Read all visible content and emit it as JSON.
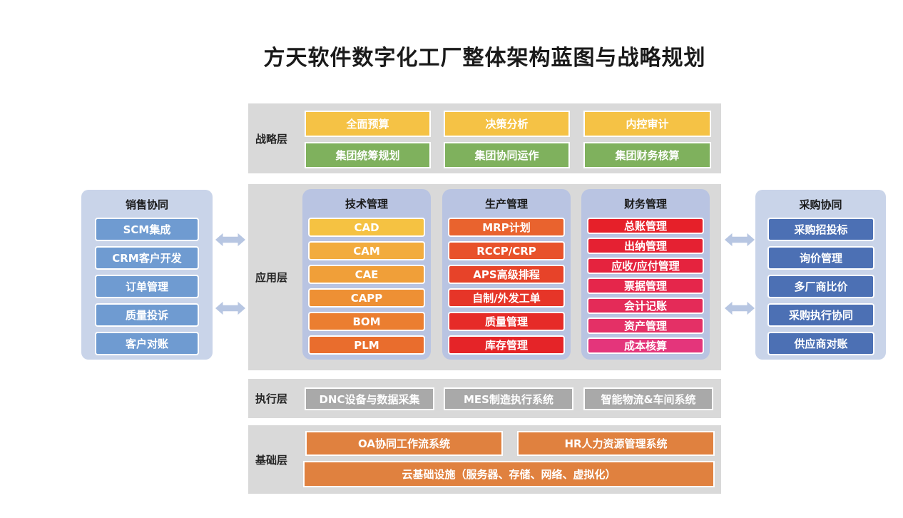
{
  "title": "方天软件数字化工厂整体架构蓝图与战略规划",
  "strategy_layer": {
    "label": "战略层",
    "row1": [
      {
        "label": "全面预算",
        "color": "#F5C245"
      },
      {
        "label": "决策分析",
        "color": "#F5C245"
      },
      {
        "label": "内控审计",
        "color": "#F5C245"
      }
    ],
    "row2": [
      {
        "label": "集团统筹规划",
        "color": "#7FB15D"
      },
      {
        "label": "集团协同运作",
        "color": "#7FB15D"
      },
      {
        "label": "集团财务核算",
        "color": "#7FB15D"
      }
    ]
  },
  "application_layer": {
    "label": "应用层",
    "columns": [
      {
        "title": "技术管理",
        "items": [
          {
            "label": "CAD",
            "color": "#F5C242"
          },
          {
            "label": "CAM",
            "color": "#F2AC3E"
          },
          {
            "label": "CAE",
            "color": "#F09F39"
          },
          {
            "label": "CAPP",
            "color": "#EE9034"
          },
          {
            "label": "BOM",
            "color": "#EB7E30"
          },
          {
            "label": "PLM",
            "color": "#E96D2D"
          }
        ]
      },
      {
        "title": "生产管理",
        "items": [
          {
            "label": "MRP计划",
            "color": "#E9632E"
          },
          {
            "label": "RCCP/CRP",
            "color": "#E8522B"
          },
          {
            "label": "APS高级排程",
            "color": "#E74329"
          },
          {
            "label": "自制/外发工单",
            "color": "#E63528"
          },
          {
            "label": "质量管理",
            "color": "#E62B28"
          },
          {
            "label": "库存管理",
            "color": "#E52428"
          }
        ]
      },
      {
        "title": "财务管理",
        "items": [
          {
            "label": "总账管理",
            "color": "#E62029"
          },
          {
            "label": "出纳管理",
            "color": "#E52132"
          },
          {
            "label": "应收/应付管理",
            "color": "#E5233E"
          },
          {
            "label": "票据管理",
            "color": "#E5264B"
          },
          {
            "label": "会计记账",
            "color": "#E42B58"
          },
          {
            "label": "资产管理",
            "color": "#E43066"
          },
          {
            "label": "成本核算",
            "color": "#E4357B"
          }
        ]
      }
    ]
  },
  "execution_layer": {
    "label": "执行层",
    "items": [
      {
        "label": "DNC设备与数据采集",
        "color": "#A9A9A9"
      },
      {
        "label": "MES制造执行系统",
        "color": "#A9A9A9"
      },
      {
        "label": "智能物流&车间系统",
        "color": "#A9A9A9"
      }
    ]
  },
  "foundation_layer": {
    "label": "基础层",
    "row1": [
      {
        "label": "OA协同工作流系统",
        "color": "#E0813F"
      },
      {
        "label": "HR人力资源管理系统",
        "color": "#E0813F"
      }
    ],
    "row2": {
      "label": "云基础设施（服务器、存储、网络、虚拟化）",
      "color": "#E0813F"
    }
  },
  "left_panel": {
    "title": "销售协同",
    "items": [
      {
        "label": "SCM集成",
        "color": "#6F9BD1"
      },
      {
        "label": "CRM客户开发",
        "color": "#6F9BD1"
      },
      {
        "label": "订单管理",
        "color": "#6F9BD1"
      },
      {
        "label": "质量投诉",
        "color": "#6F9BD1"
      },
      {
        "label": "客户对账",
        "color": "#6F9BD1"
      }
    ]
  },
  "right_panel": {
    "title": "采购协同",
    "items": [
      {
        "label": "采购招投标",
        "color": "#4C70B4"
      },
      {
        "label": "询价管理",
        "color": "#4C70B4"
      },
      {
        "label": "多厂商比价",
        "color": "#4C70B4"
      },
      {
        "label": "采购执行协同",
        "color": "#4C70B4"
      },
      {
        "label": "供应商对账",
        "color": "#4C70B4"
      }
    ]
  },
  "arrow_color": "#B7C6E2"
}
